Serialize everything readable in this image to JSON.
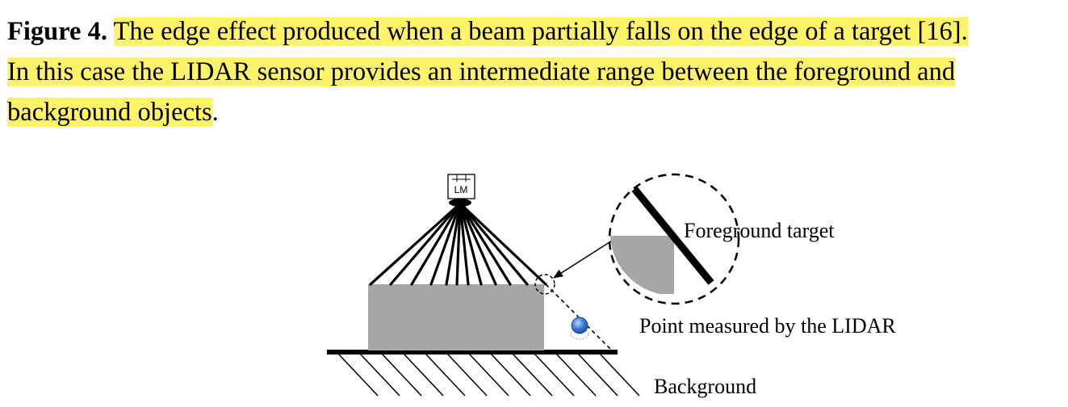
{
  "caption": {
    "label": "Figure 4.",
    "line1": "The edge effect produced when a beam partially falls on the edge of a target [16].",
    "line2": "In this case the LIDAR sensor provides an intermediate range between the foreground and",
    "line3": "background objects",
    "period": "."
  },
  "figure": {
    "sensor_label": "LM",
    "foreground_label": "Foreground target",
    "point_label": "Point measured by the LIDAR",
    "background_label": "Background",
    "colors": {
      "highlight": "#fff469",
      "target_fill": "#a6a6a6",
      "point_fill": "#3f7fd6"
    }
  }
}
